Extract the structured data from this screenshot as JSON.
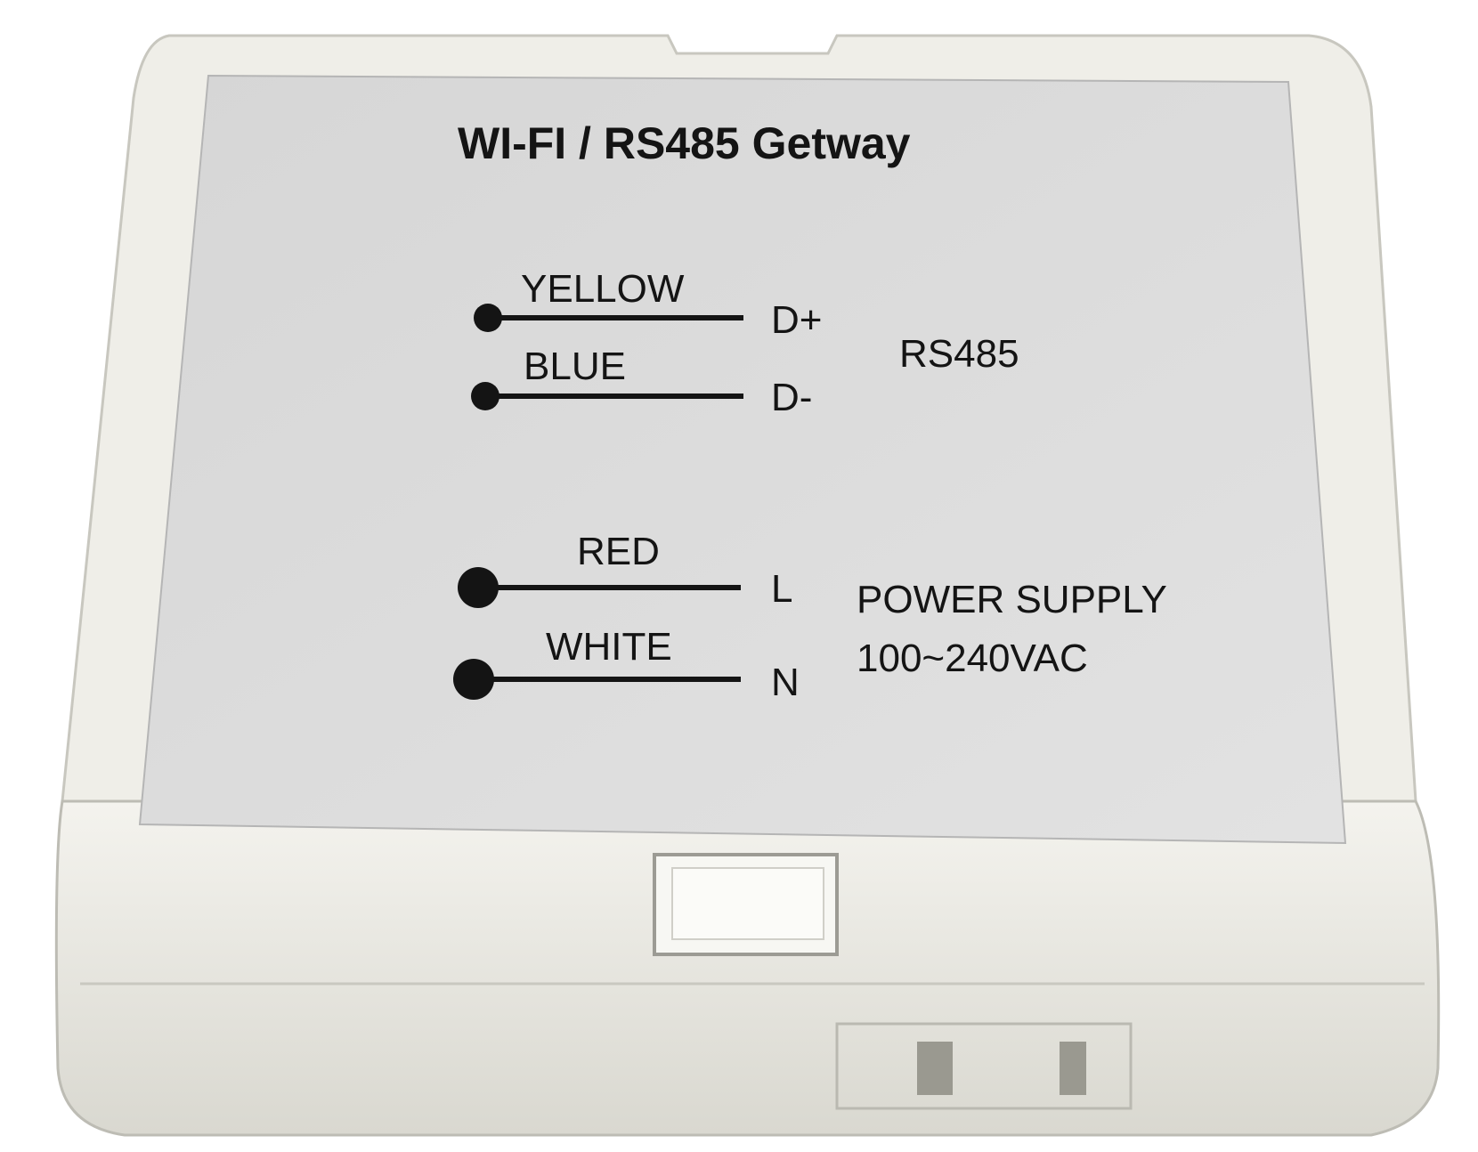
{
  "label": {
    "title": "WI-FI / RS485 Getway",
    "wires": [
      {
        "color_name": "YELLOW",
        "terminal": "D+"
      },
      {
        "color_name": "BLUE",
        "terminal": "D-"
      },
      {
        "color_name": "RED",
        "terminal": "L"
      },
      {
        "color_name": "WHITE",
        "terminal": "N"
      }
    ],
    "rs485_group": "RS485",
    "power_group_line1": "POWER SUPPLY",
    "power_group_line2": "100~240VAC"
  },
  "colors": {
    "housing": "#ecebe4",
    "label_panel": "#dcdcdc",
    "ink": "#141414"
  }
}
